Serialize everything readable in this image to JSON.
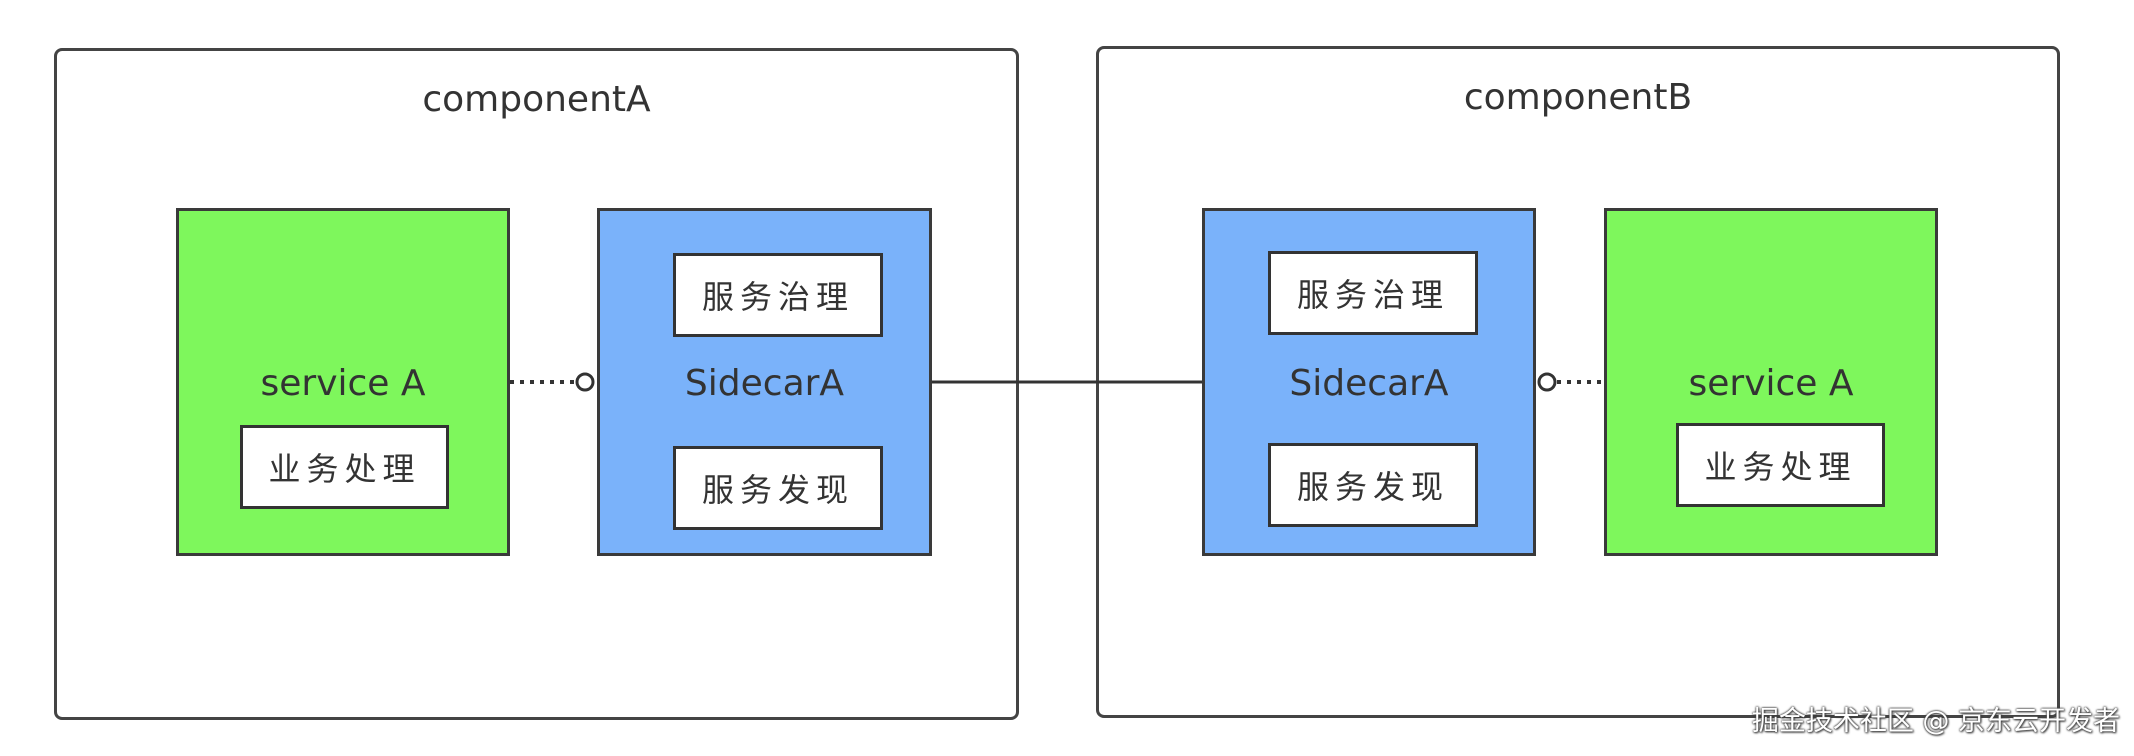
{
  "component_a": {
    "title": "componentA",
    "service": {
      "label": "service A",
      "module": "业务处理"
    },
    "sidecar": {
      "label": "SidecarA",
      "governance": "服务治理",
      "discovery": "服务发现"
    }
  },
  "component_b": {
    "title": "componentB",
    "sidecar": {
      "label": "SidecarA",
      "governance": "服务治理",
      "discovery": "服务发现"
    },
    "service": {
      "label": "service A",
      "module": "业务处理"
    }
  },
  "watermark": "掘金技术社区 @ 京东云开发者",
  "colors": {
    "service_fill": "#7ef75c",
    "sidecar_fill": "#7ab2fa",
    "border": "#3a3a3a"
  }
}
